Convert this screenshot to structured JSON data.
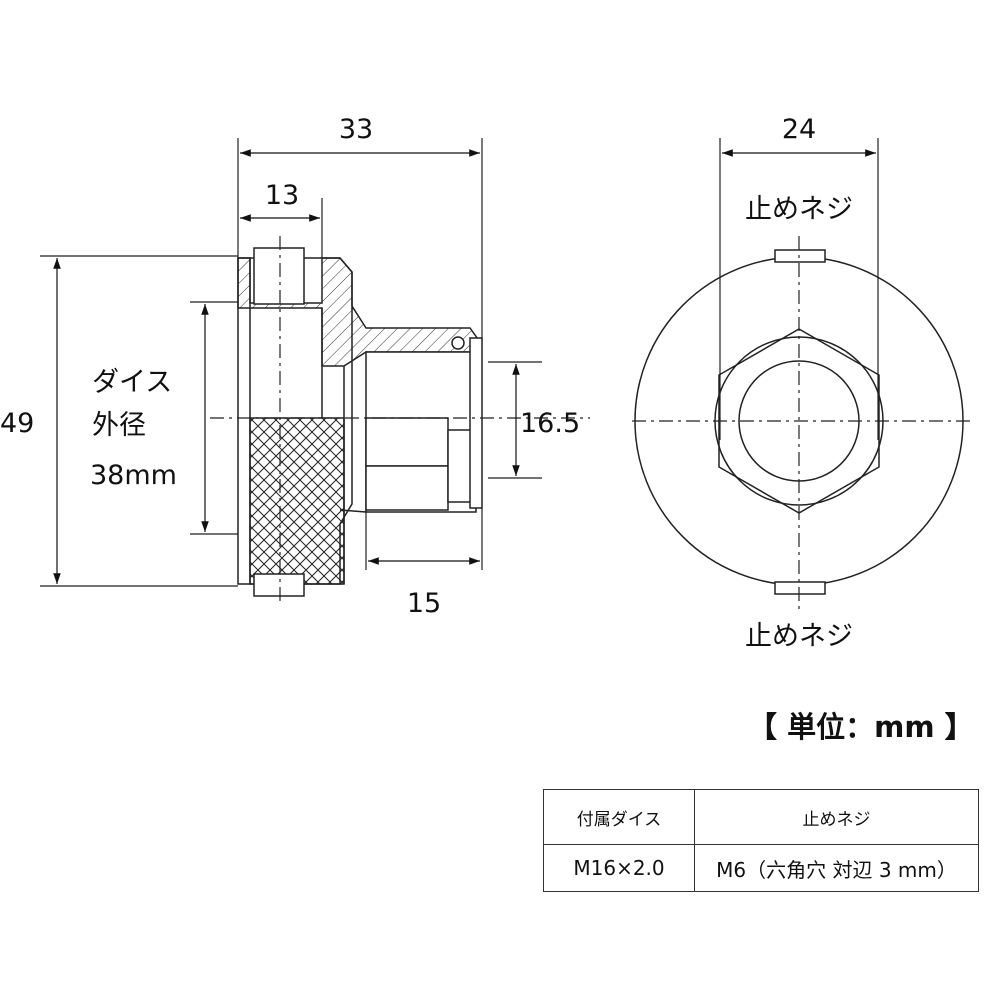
{
  "dimensions": {
    "overall_length": "33",
    "knurl_width": "13",
    "outer_diameter": "49",
    "shaft_diameter": "16.5",
    "shaft_length": "15",
    "hex_across": "24"
  },
  "labels": {
    "die_od_line1": "ダイス",
    "die_od_line2": "外径",
    "die_od_value": "38mm",
    "set_screw_top": "止めネジ",
    "set_screw_bottom": "止めネジ"
  },
  "unit_note": "【 単位：mm 】",
  "spec_table": {
    "headers": [
      "付属ダイス",
      "止めネジ"
    ],
    "row": [
      "M16×2.0",
      "M6（六角穴 対辺 3 mm）"
    ]
  }
}
